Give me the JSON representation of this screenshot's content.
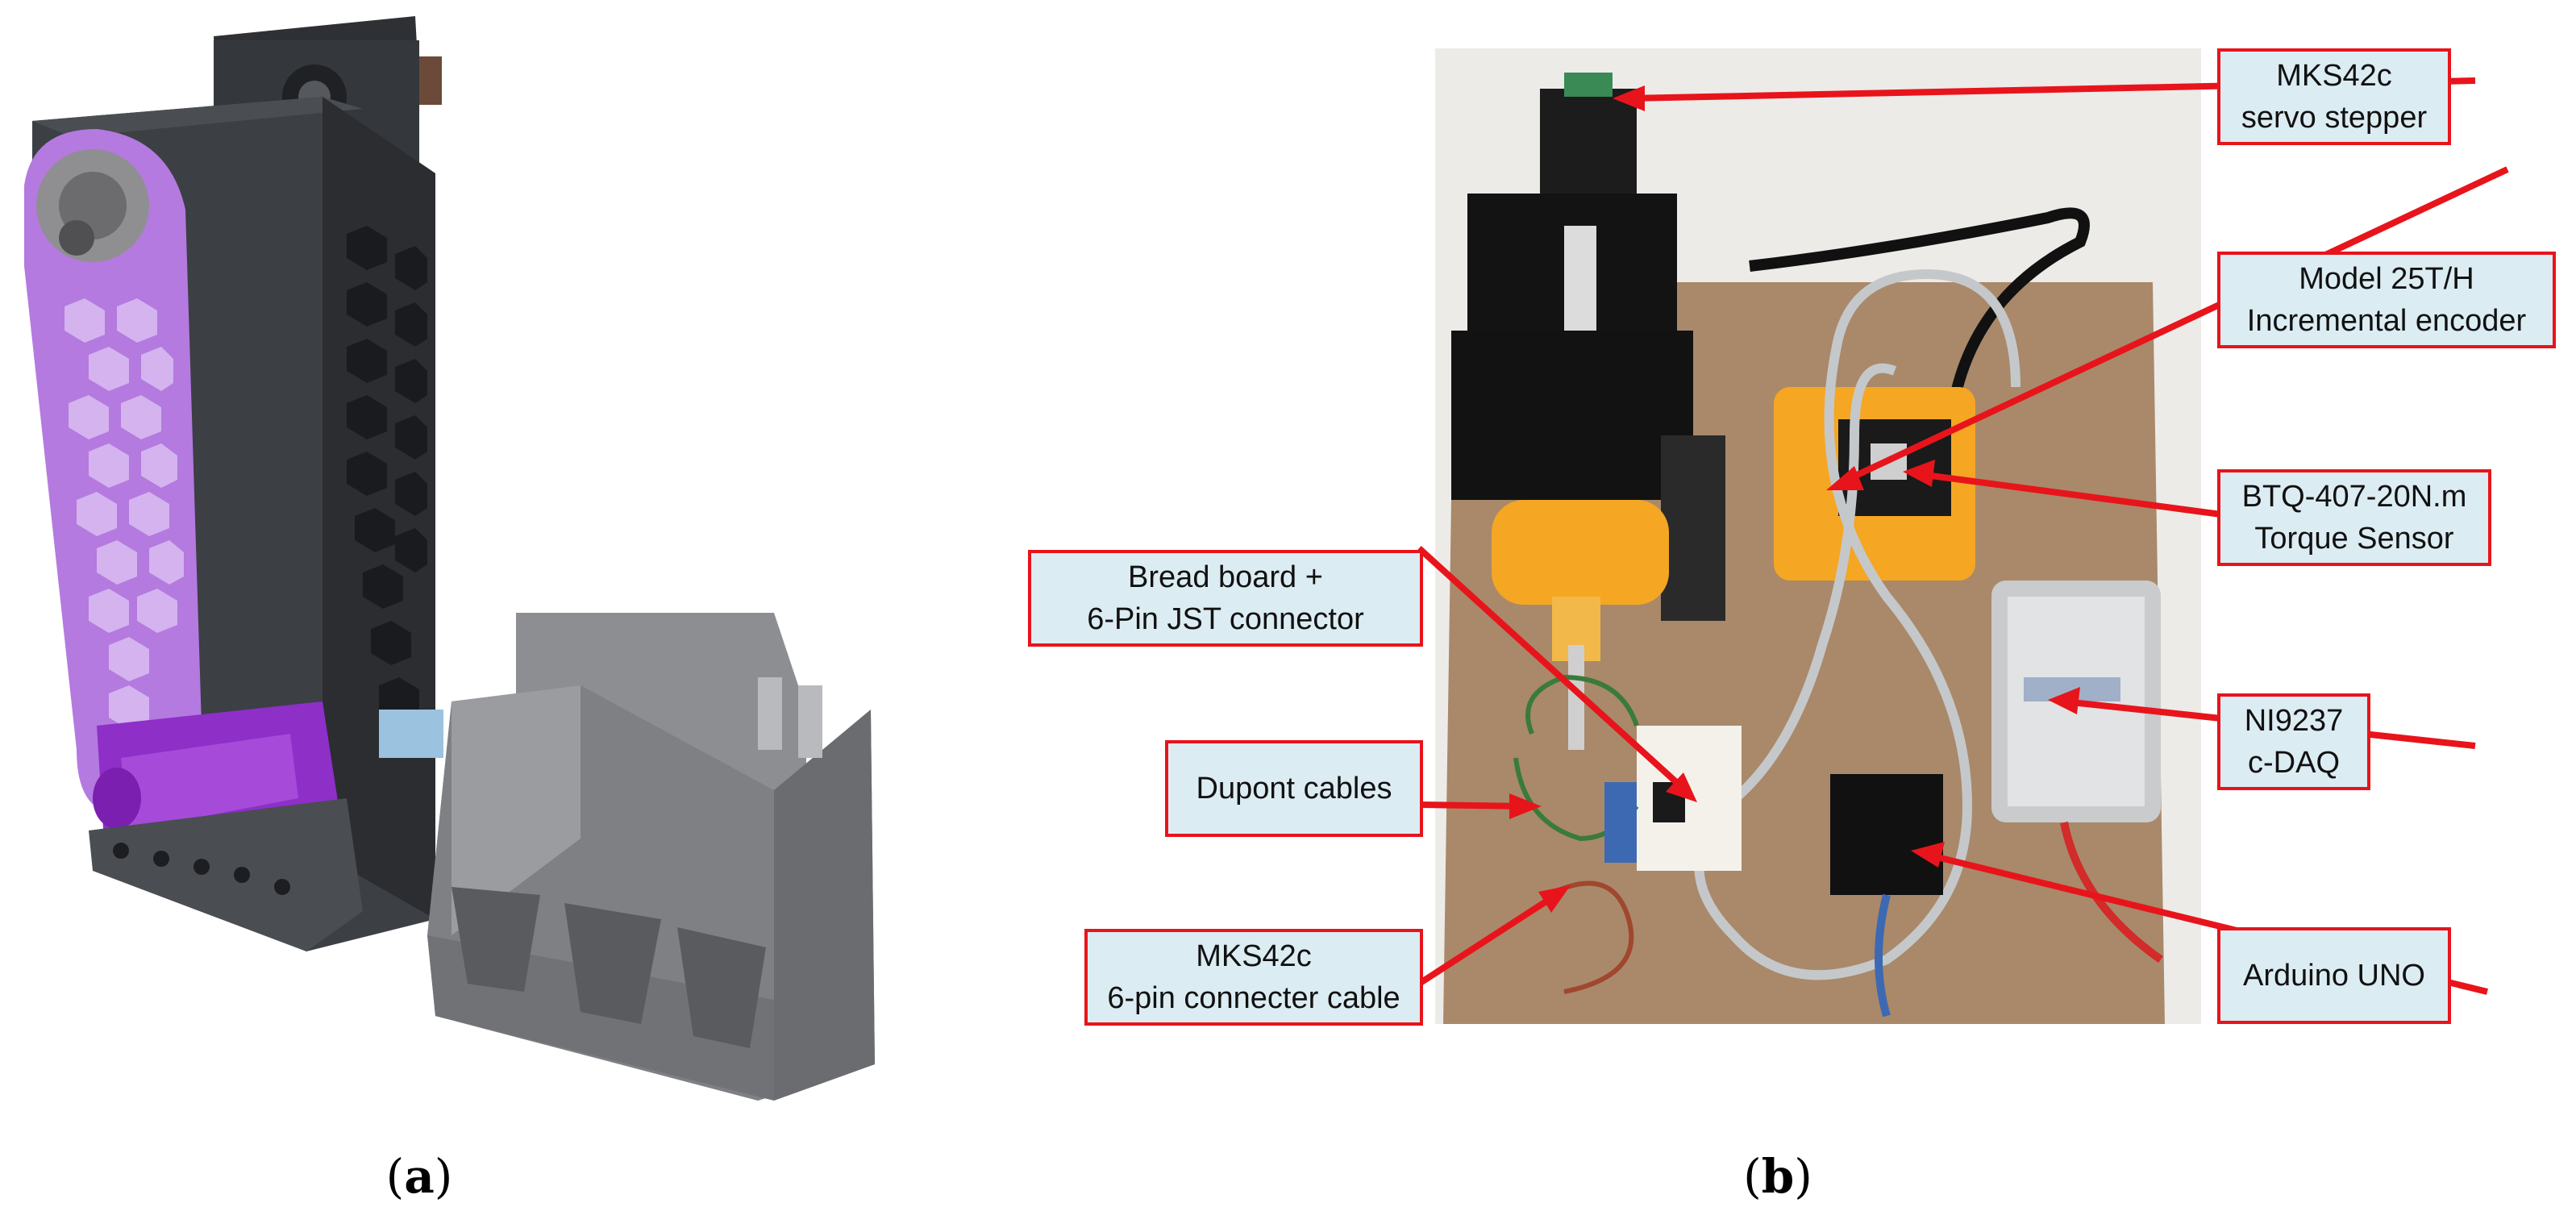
{
  "panel_a": {
    "caption_letter": "a"
  },
  "panel_b": {
    "caption_letter": "b",
    "callouts": {
      "servo_stepper": [
        "MKS42c",
        "servo stepper"
      ],
      "encoder": [
        "Model 25T/H",
        "Incremental encoder"
      ],
      "torque_sensor": [
        "BTQ-407-20N.m",
        "Torque Sensor"
      ],
      "daq": [
        "NI9237",
        "c-DAQ"
      ],
      "arduino": [
        "Arduino UNO"
      ],
      "breadboard": [
        "Bread board +",
        "6-Pin JST connector"
      ],
      "dupont": [
        "Dupont cables"
      ],
      "connector_cable": [
        "MKS42c",
        "6-pin connecter cable"
      ]
    }
  },
  "colors": {
    "callout_fill": "#dcecf3",
    "callout_border": "#e8141b",
    "arrow": "#e8141b",
    "cad_purple": "#b77be0",
    "cad_dark": "#3a3d42",
    "cad_gray": "#7d7f83",
    "board": "#a9896a",
    "print_orange": "#f5a623"
  }
}
